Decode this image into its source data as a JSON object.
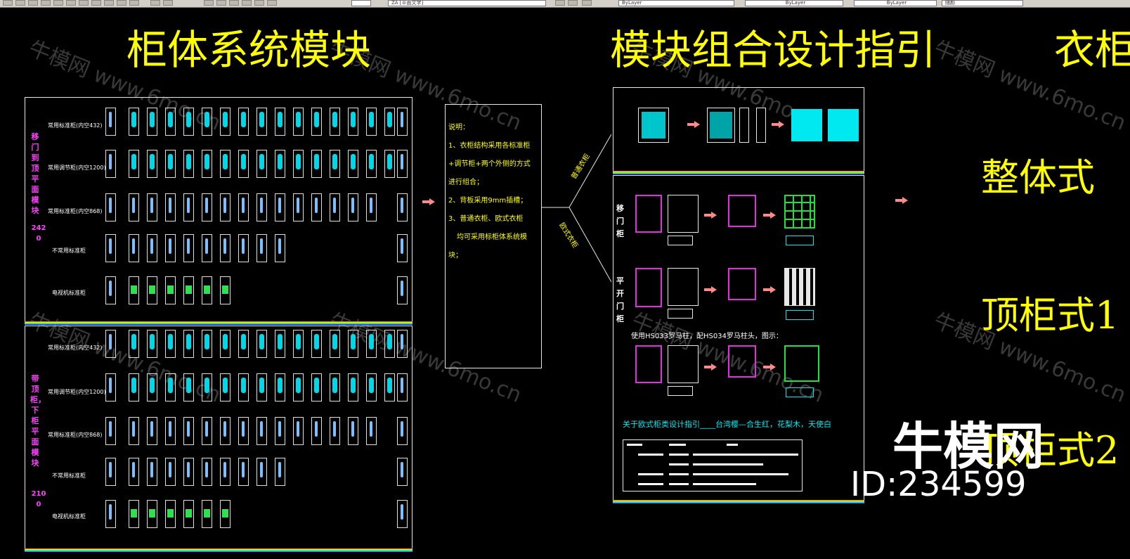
{
  "toolbar": {
    "tab_text": "ZA [平面文字]",
    "layer1": "ByLayer",
    "layer2": "ByLayer",
    "layer3": "ByLayer",
    "layer4": "随颜"
  },
  "titles": {
    "t1": "柜体系统模块",
    "t2": "模块组合设计指引",
    "t3": "衣柜"
  },
  "panel1": {
    "top_side_label": "移门到顶平面模块",
    "top_side_num": "2420",
    "bottom_side_label": "带顶柜，下柜平面模块",
    "bottom_side_num": "2100",
    "rows": [
      "常用标准柜(内空432)",
      "常用调节柜(内空1200)",
      "常用标准柜(内空868)",
      "不常用标准柜",
      "电视机标准柜"
    ]
  },
  "notes": {
    "heading": "说明：",
    "l1": "1、衣柜结构采用各标准柜",
    "l2": "+调节柜+两个外侧的方式",
    "l3": "进行组合；",
    "l4": "2、背板采用9mm插槽；",
    "l5": "3、普通衣柜、欧式衣柜",
    "l6": "均可采用标柜体系统模",
    "l7": "块；"
  },
  "branches": {
    "upper": "普通衣柜",
    "lower": "欧式衣柜"
  },
  "panel2": {
    "sliding_label": "移门柜",
    "swing_label": "平开门柜",
    "column_note": "使用HS033罗马柱，配HS034罗马柱头，图示：",
    "euro_title": "关于欧式柜类设计指引____台湾樱—合生红，花梨木，天使白"
  },
  "styles": {
    "s1": "整体式",
    "s2": "顶柜式1",
    "s3": "顶柜式2"
  },
  "brand": {
    "name": "牛模网",
    "id": "ID:234599",
    "watermark_text": "牛模网 www.6mo.cn"
  },
  "colors": {
    "title": "#ffff00",
    "cabinet_fill": "#00d8e8",
    "side_label": "#ff40ff",
    "arrow": "#ff8a8a"
  }
}
